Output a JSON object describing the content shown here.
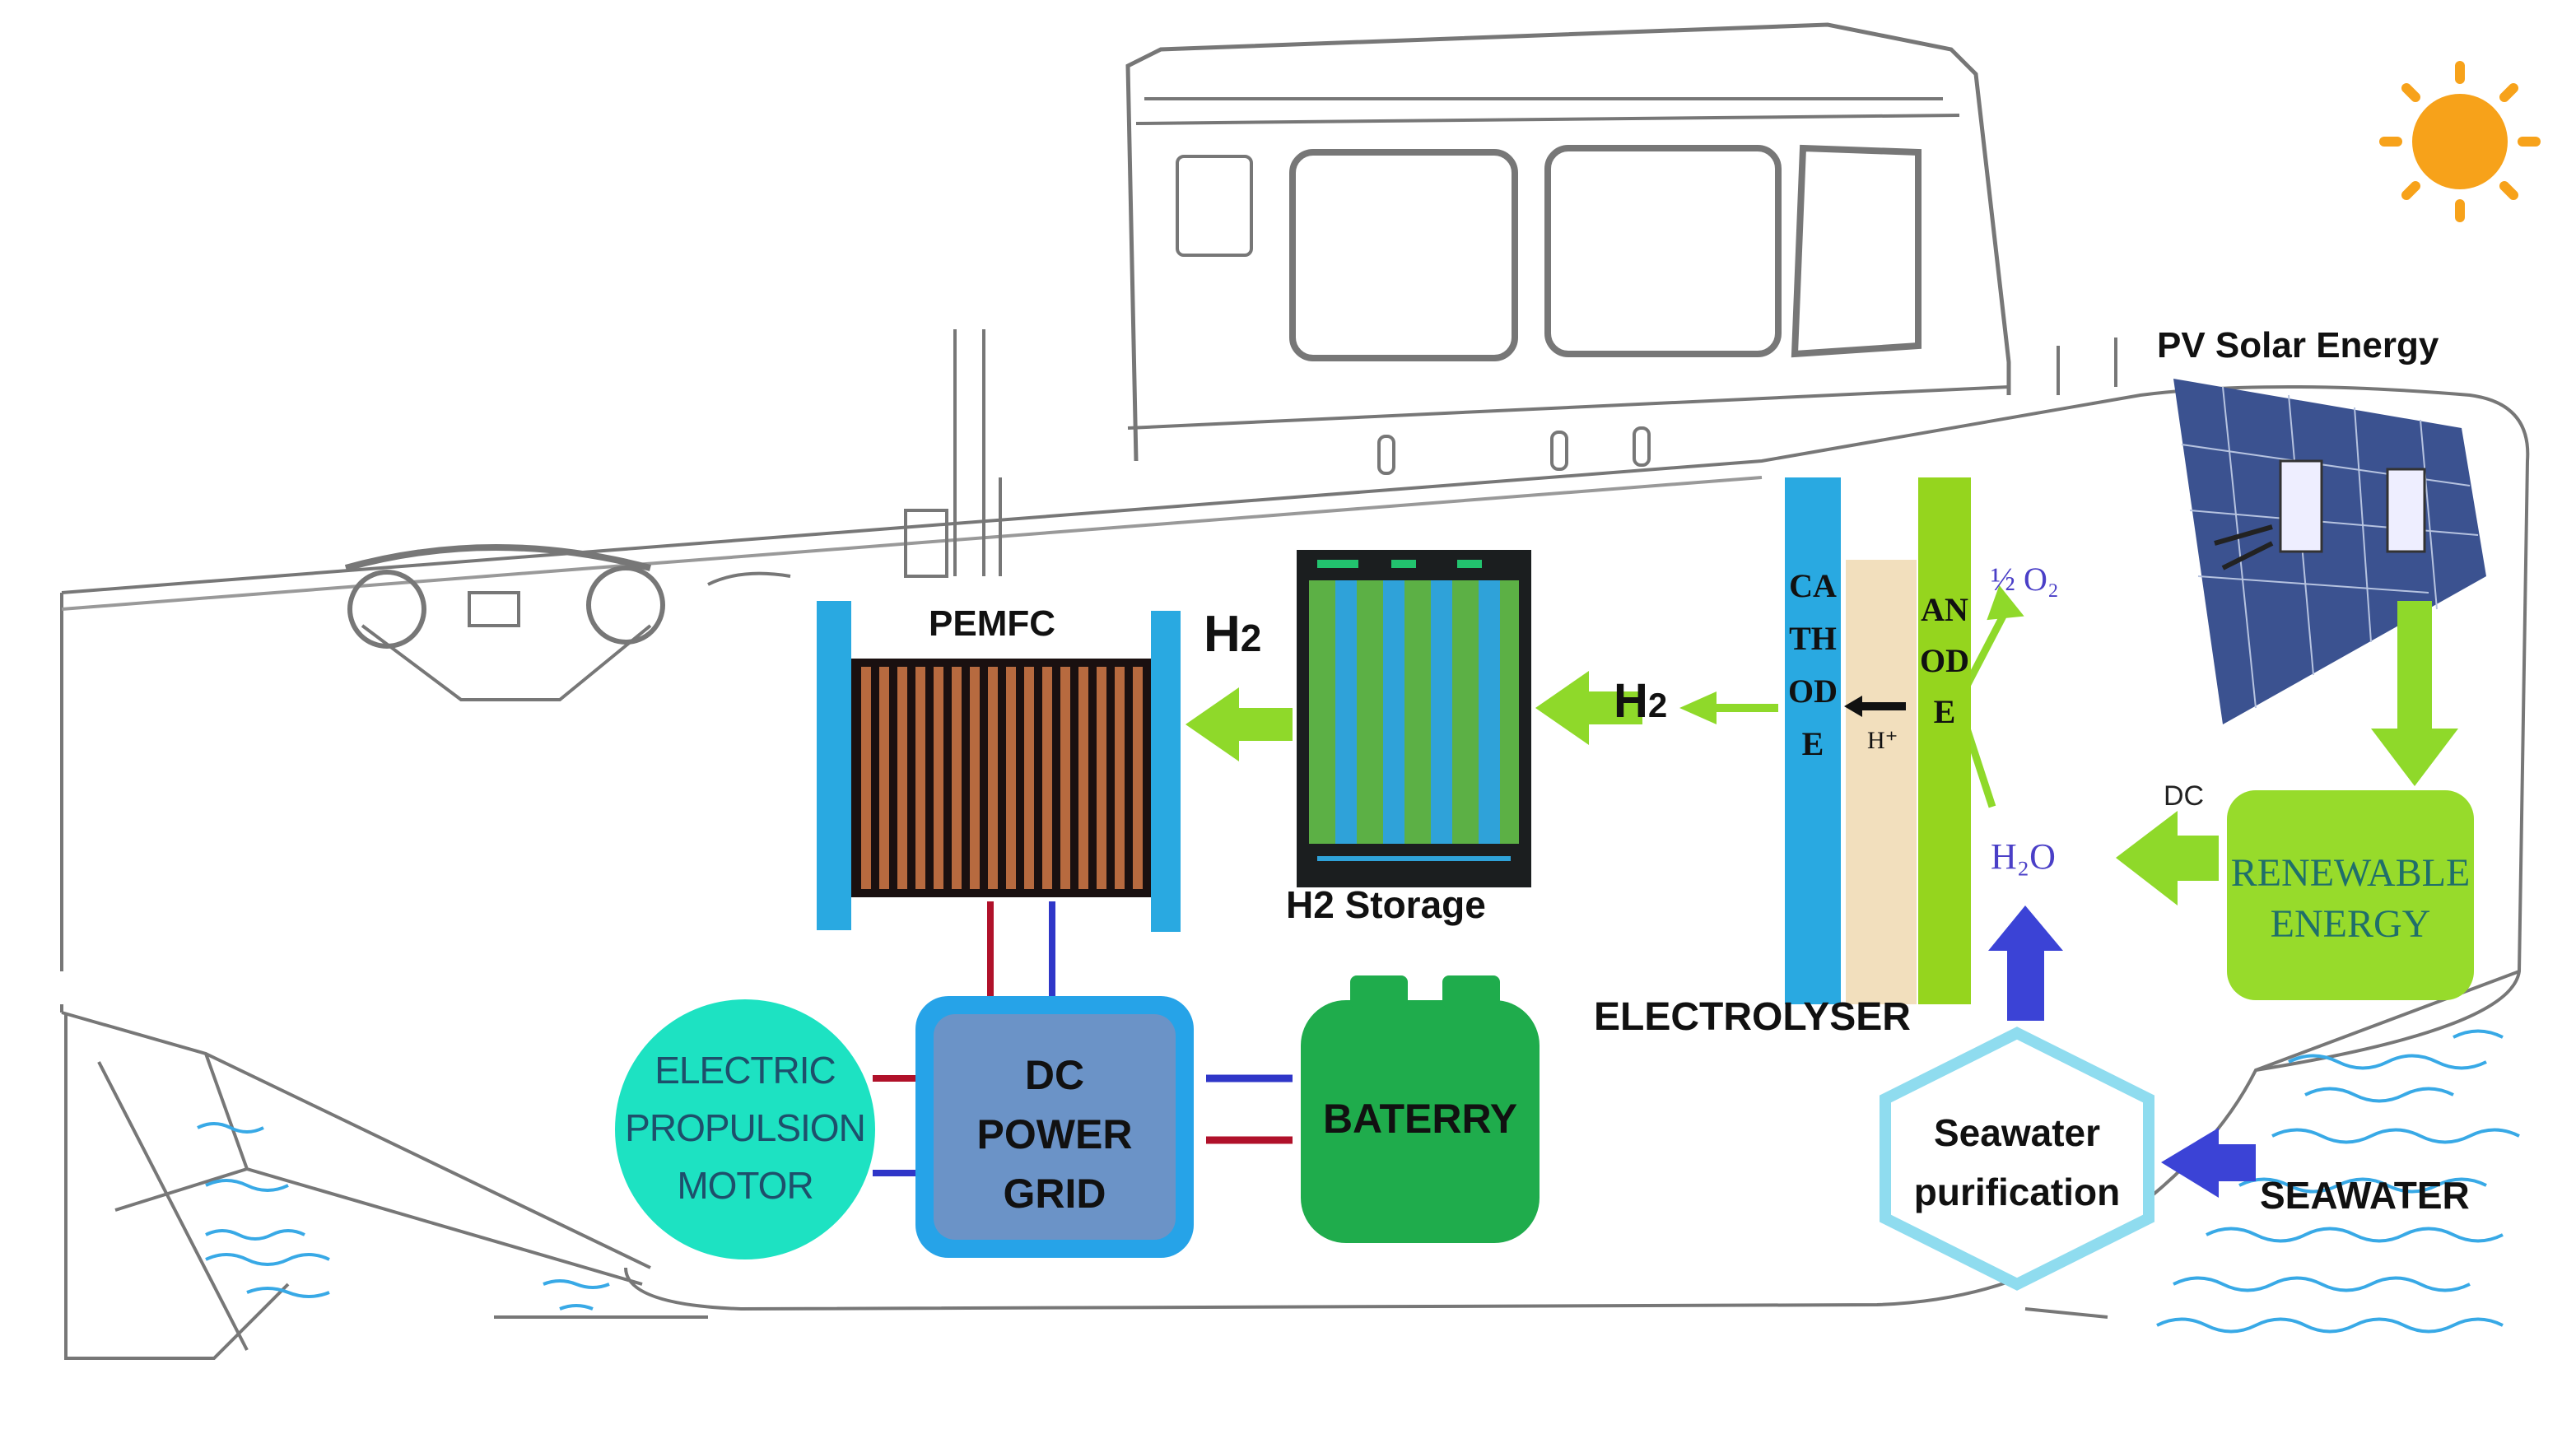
{
  "labels": {
    "pv_solar": "PV Solar Energy",
    "pemfc": "PEMFC",
    "h2_left": "H",
    "h2_left_sub": "2",
    "h2_mid": "H",
    "h2_mid_sub": "2",
    "h2_storage": "H2 Storage",
    "cathode": "CATHODE",
    "anode": "ANODE",
    "h_plus": "H⁺",
    "half_o2": "½ O₂",
    "h2o": "H₂O",
    "dc": "DC",
    "renewable_line1": "RENEWABLE",
    "renewable_line2": "ENERGY",
    "electrolyser": "ELECTROLYSER",
    "motor_line1": "ELECTRIC",
    "motor_line2": "PROPULSION",
    "motor_line3": "MOTOR",
    "grid_line1": "DC",
    "grid_line2": "POWER",
    "grid_line3": "GRID",
    "battery": "BATERRY",
    "seawater_purif_line1": "Seawater",
    "seawater_purif_line2": "purification",
    "seawater": "SEAWATER"
  },
  "colors": {
    "arrow_green": "#8fd92a",
    "arrow_blue": "#3b43d6",
    "cathode_blue": "#29a9e1",
    "anode_green": "#95d51e",
    "membrane": "#f2dfbd",
    "motor": "#1de2c2",
    "grid_fill": "#6b93c7",
    "grid_border": "#26a3e8",
    "battery": "#1fac4c",
    "renewable": "#97db2b",
    "renewable_text": "#1f6f6a",
    "hexagon": "#8fdcef",
    "water": "#38a9e6",
    "sun": "#f7a21a",
    "red_wire": "#b0112a",
    "blue_wire": "#2f36c8"
  },
  "icons": {
    "sun": "sun-icon",
    "solar_panel": "solar-panel-icon"
  }
}
